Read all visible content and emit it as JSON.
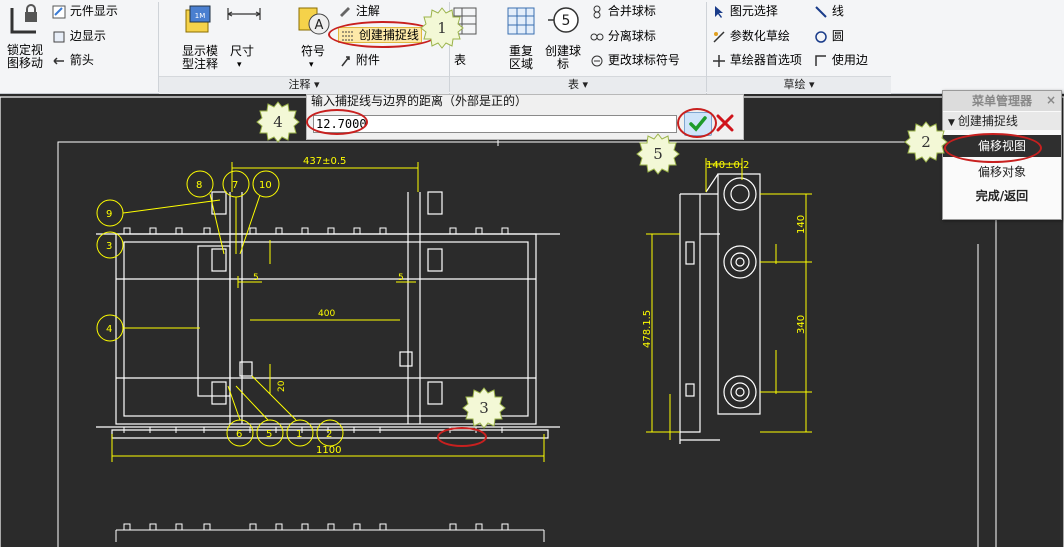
{
  "ribbon": {
    "annotate_group": {
      "lock_view": "锁定视\n图移动",
      "show_elements": "元件显示",
      "show_edges": "边显示",
      "arrows": "箭头",
      "show_model_annotations": "显示模\n型注释",
      "dimension": "尺寸",
      "symbol": "符号",
      "note": "注解",
      "create_snap_line": "创建捕捉线",
      "attachment": "附件",
      "group_label": "注释"
    },
    "table_group": {
      "table": "表",
      "repeat_region": "重复\n区域",
      "create_balloon": "创建球\n标",
      "merge_balloon": "合并球标",
      "split_balloon": "分离球标",
      "change_balloon_symbol": "更改球标符号",
      "group_label": "表"
    },
    "sketch_group": {
      "select_element": "图元选择",
      "parametric_sketch": "参数化草绘",
      "sketcher_preferences": "草绘器首选项",
      "line": "线",
      "circle": "圆",
      "use_edge": "使用边",
      "group_label": "草绘"
    }
  },
  "prompt": {
    "label": "输入捕捉线与边界的距离（外部是正的）",
    "value": "12.7000"
  },
  "menu_manager": {
    "title": "菜单管理器",
    "close": "×",
    "submenu": "创建捕捉线",
    "items": [
      "偏移视图",
      "偏移对象",
      "完成/返回"
    ]
  },
  "drawing": {
    "dim_437": "437±0.5",
    "dim_400": "400",
    "dim_1100": "1100",
    "dim_140_top": "140±0.2",
    "dim_140": "140",
    "dim_340": "340",
    "dim_478": "478.1.5",
    "dim_5": "5",
    "dim_20": "20",
    "balloons": [
      "8",
      "7",
      "10",
      "9",
      "3",
      "4",
      "6",
      "5",
      "1",
      "2"
    ]
  },
  "callouts": [
    "1",
    "2",
    "3",
    "4",
    "5"
  ],
  "colors": {
    "canvas": "#2b2b2b",
    "drawing": "#ffffff",
    "dims": "#ffff00",
    "highlight": "#c8201f"
  }
}
